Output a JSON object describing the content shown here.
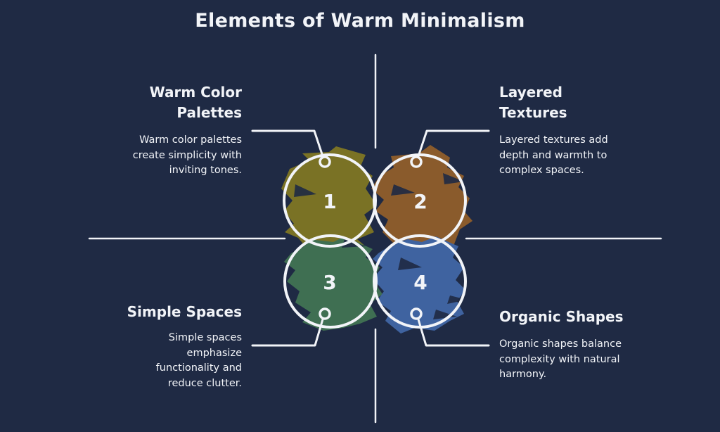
{
  "title": "Elements of Warm Minimalism",
  "colors": {
    "background": "#1f2a44",
    "line": "#f2f4f8",
    "olive": "#7a7225",
    "brown": "#8a5b2c",
    "green": "#3f6f52",
    "blue": "#3f63a0"
  },
  "elements": [
    {
      "number": "1",
      "heading_line1": "Warm Color",
      "heading_line2": "Palettes",
      "desc_line1": "Warm color palettes",
      "desc_line2": "create simplicity with",
      "desc_line3": "inviting tones.",
      "color": "#7a7225"
    },
    {
      "number": "2",
      "heading_line1": "Layered",
      "heading_line2": "Textures",
      "desc_line1": "Layered textures add",
      "desc_line2": "depth and warmth to",
      "desc_line3": "complex spaces.",
      "color": "#8a5b2c"
    },
    {
      "number": "3",
      "heading": "Simple Spaces",
      "desc_line1": "Simple spaces",
      "desc_line2": "emphasize",
      "desc_line3": "functionality and",
      "desc_line4": "reduce clutter.",
      "color": "#3f6f52"
    },
    {
      "number": "4",
      "heading": "Organic Shapes",
      "desc_line1": "Organic shapes balance",
      "desc_line2": "complexity with natural",
      "desc_line3": "harmony.",
      "color": "#3f63a0"
    }
  ]
}
